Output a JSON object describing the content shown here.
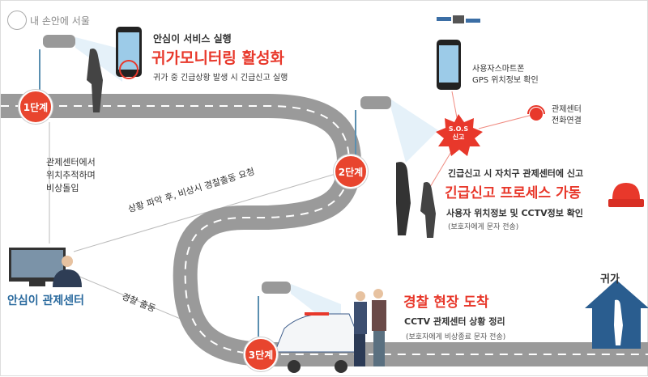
{
  "logo": {
    "text": "내 손안에 서울"
  },
  "stages": [
    "1단계",
    "2단계",
    "3단계"
  ],
  "step1": {
    "line1": "안심이 서비스 실행",
    "title": "귀가모니터링 활성화",
    "line2": "귀가 중 긴급상황 발생 시 긴급신고 실행"
  },
  "gps": {
    "line1": "사용자스마트폰",
    "line2": "GPS 위치정보 확인"
  },
  "sos": {
    "line1": "S.O.S",
    "line2": "신고"
  },
  "call": {
    "line1": "관제센터",
    "line2": "전화연결"
  },
  "step2": {
    "line1": "긴급신고 시 자치구 관제센터에 신고",
    "title": "긴급신고 프로세스 가동",
    "line2": "사용자 위치정보 및 CCTV정보 확인",
    "note": "(보호자에게 문자 전송)"
  },
  "center": {
    "label": "안심이 관제센터",
    "track": [
      "관제센터에서",
      "위치추적하며",
      "비상돌입"
    ],
    "request": "상황 파악 후, 비상시 경찰출동 요청",
    "dispatch": "경찰 출동"
  },
  "step3": {
    "title": "경찰 현장 도착",
    "line2": "CCTV 관제센터 상황 정리",
    "note": "(보호자에게 비상종료 문자 전송)"
  },
  "home": {
    "label": "귀가"
  },
  "colors": {
    "accent": "#e8382b",
    "blue": "#2a5d8f",
    "road": "#9a9a9a"
  }
}
